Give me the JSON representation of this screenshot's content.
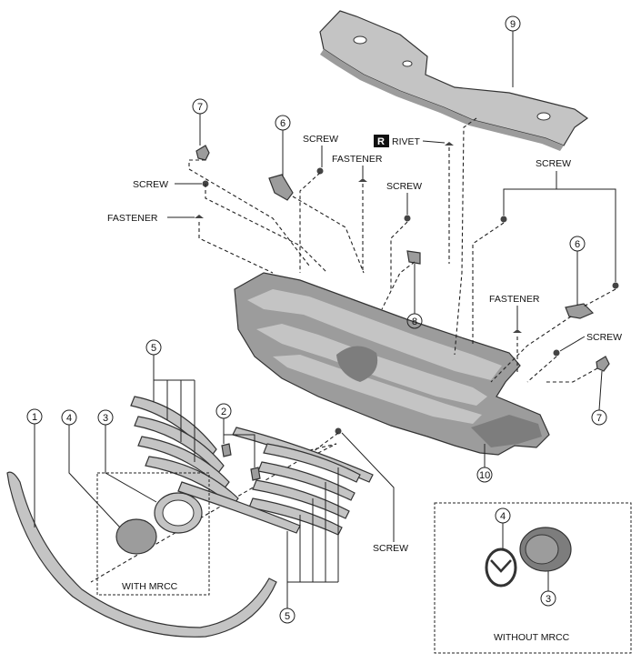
{
  "labels": {
    "screw": "SCREW",
    "fastener": "FASTENER",
    "rivet": "RIVET",
    "rivet_badge": "R",
    "with_mrcc": "WITH MRCC",
    "without_mrcc": "WITHOUT MRCC"
  },
  "callouts": {
    "n1": "1",
    "n2": "2",
    "n3": "3",
    "n4": "4",
    "n5": "5",
    "n6": "6",
    "n7": "7",
    "n8": "8",
    "n9": "9",
    "n10": "10"
  },
  "parts": {
    "p1": "bumper-trim-molding",
    "p2": "clip",
    "p3": "emblem-ring",
    "p4": "emblem",
    "p5": "grille-slats",
    "p6": "bracket",
    "p7": "clip",
    "p8": "clip",
    "p9": "upper-shroud-cover",
    "p10": "radiator-grille-frame"
  }
}
